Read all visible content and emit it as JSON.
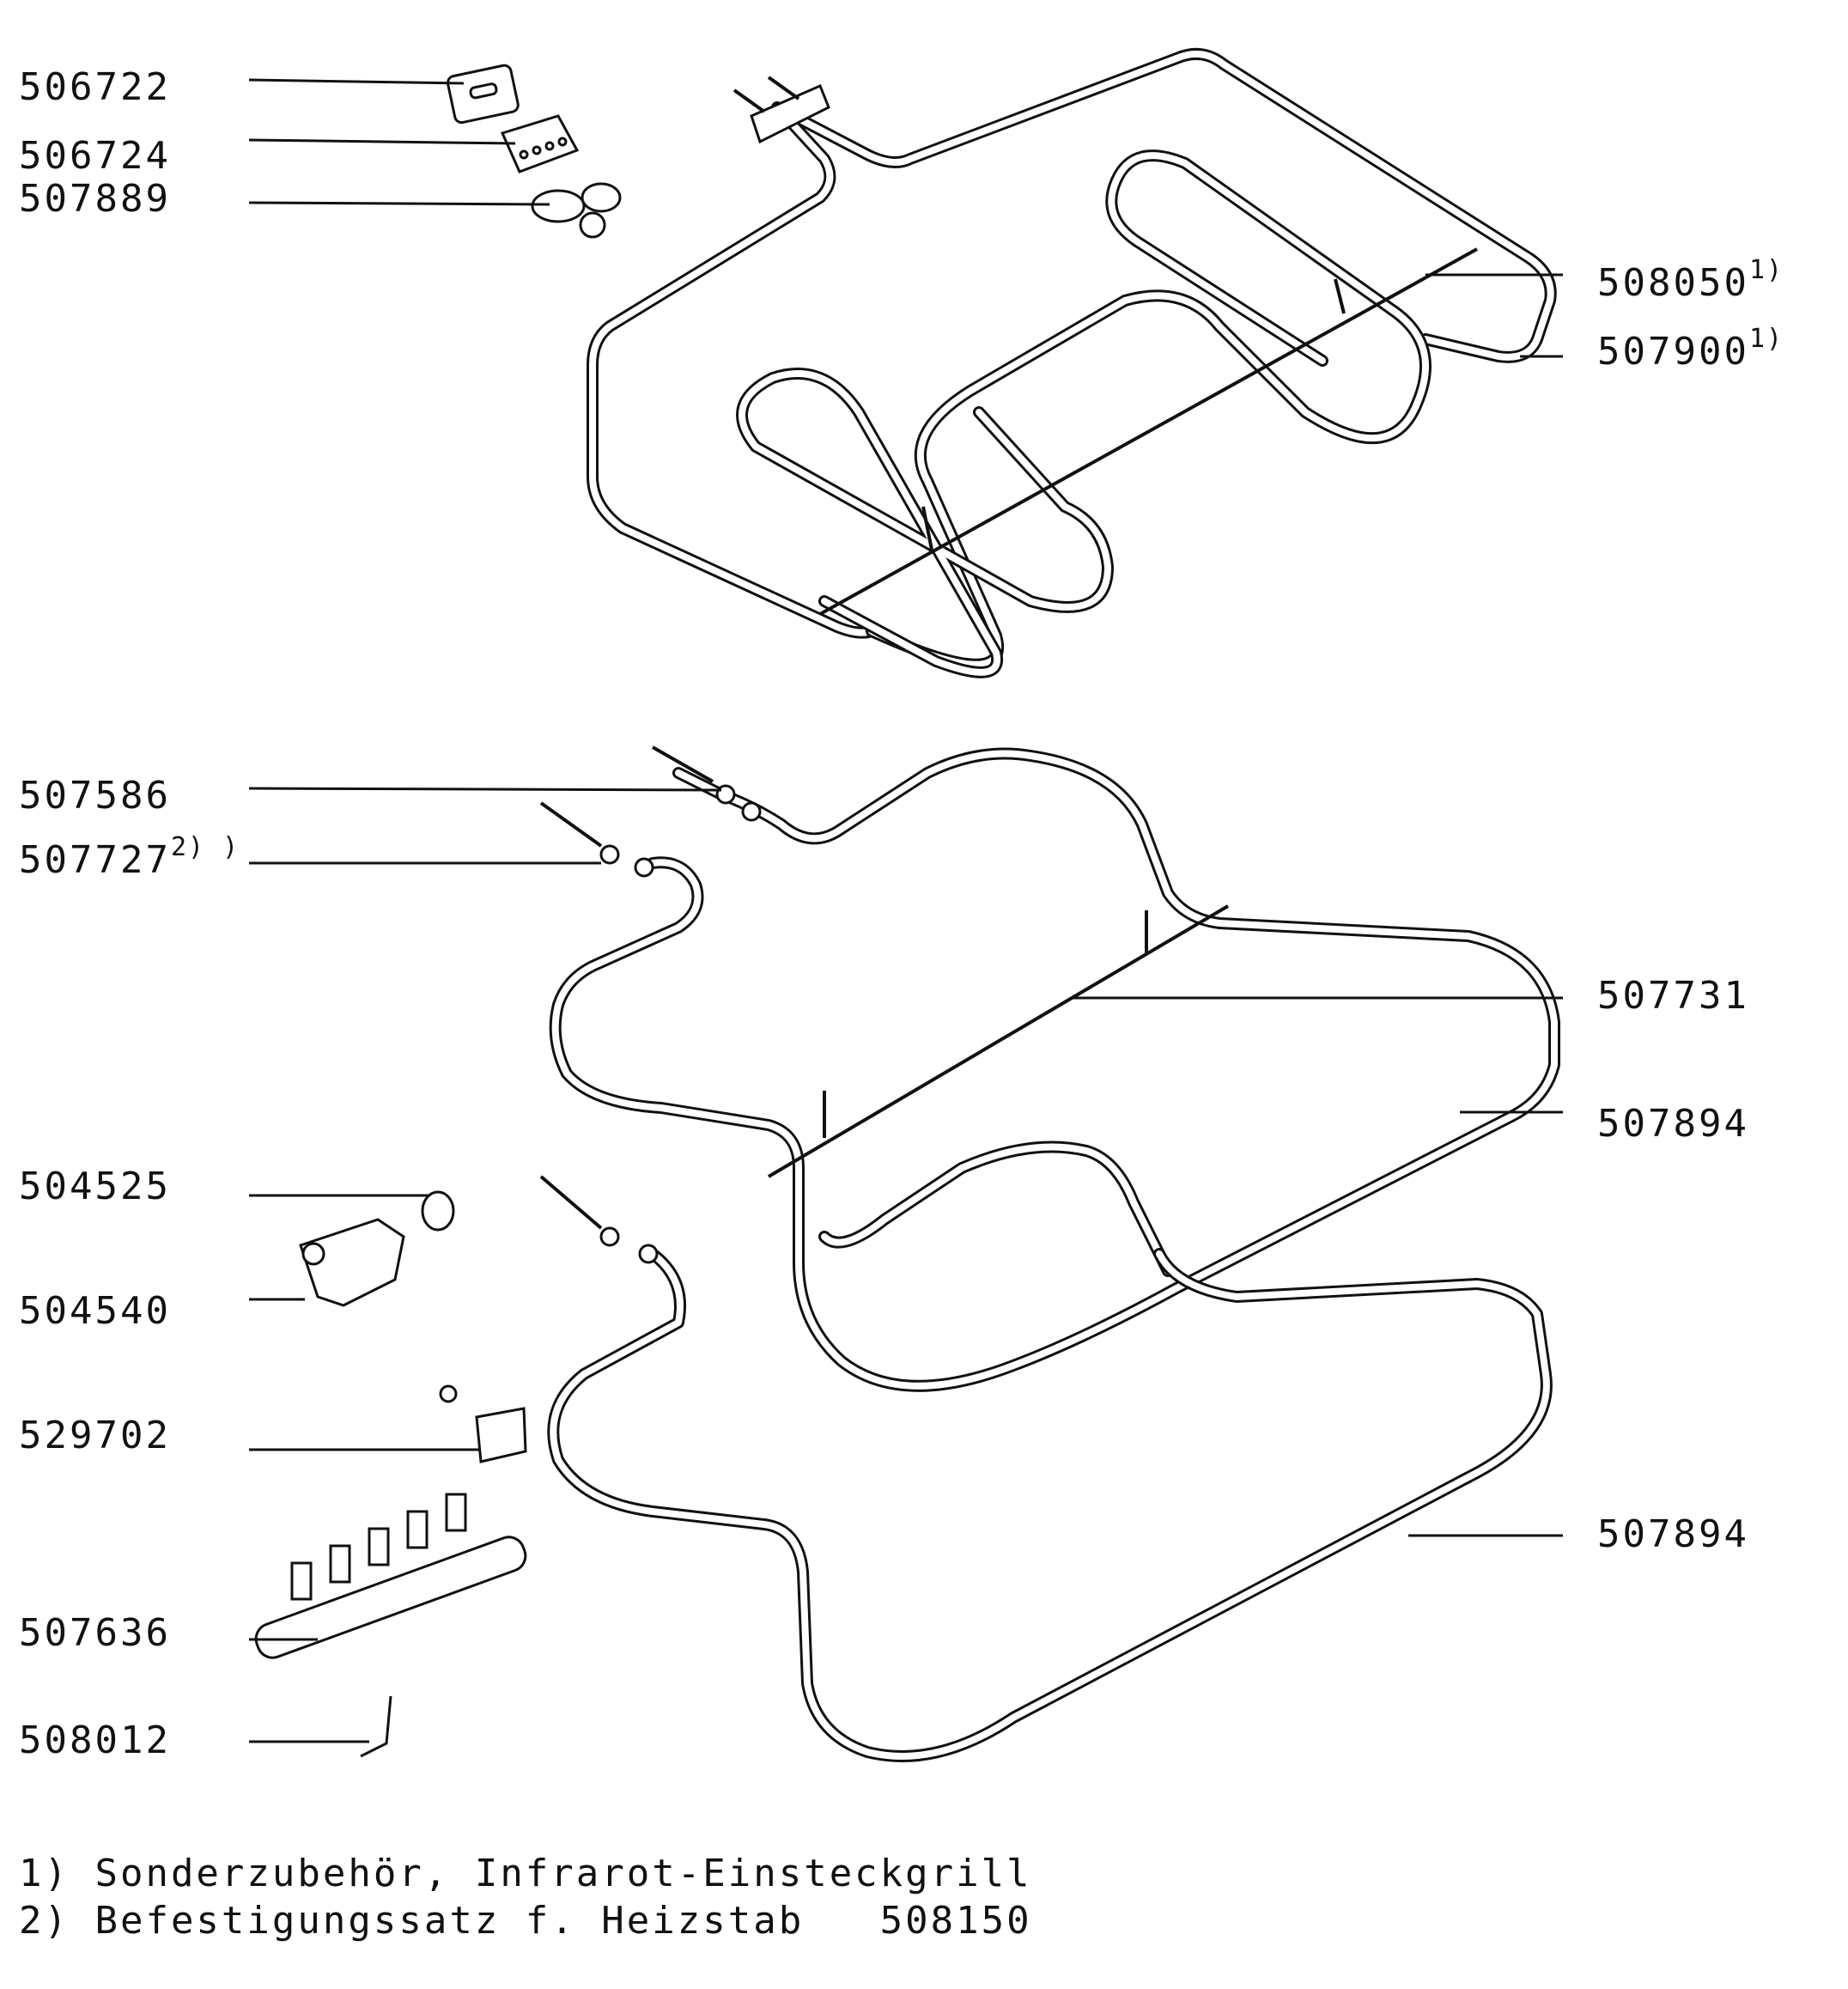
{
  "callouts": [
    {
      "id": "506722",
      "label": "506722",
      "sup": ""
    },
    {
      "id": "506724",
      "label": "506724",
      "sup": ""
    },
    {
      "id": "507889",
      "label": "507889",
      "sup": ""
    },
    {
      "id": "508050",
      "label": "508050",
      "sup": "1)"
    },
    {
      "id": "507900",
      "label": "507900",
      "sup": "1)"
    },
    {
      "id": "507586",
      "label": "507586",
      "sup": ""
    },
    {
      "id": "507727",
      "label": "507727",
      "sup": "2) )"
    },
    {
      "id": "507731",
      "label": "507731",
      "sup": ""
    },
    {
      "id": "507894a",
      "label": "507894",
      "sup": ""
    },
    {
      "id": "504525",
      "label": "504525",
      "sup": ""
    },
    {
      "id": "504540",
      "label": "504540",
      "sup": ""
    },
    {
      "id": "529702",
      "label": "529702",
      "sup": ""
    },
    {
      "id": "507894b",
      "label": "507894",
      "sup": ""
    },
    {
      "id": "507636",
      "label": "507636",
      "sup": ""
    },
    {
      "id": "508012",
      "label": "508012",
      "sup": ""
    }
  ],
  "footnotes": [
    {
      "text": "1) Sonderzubehör, Infrarot-Einsteckgrill"
    },
    {
      "text": "2) Befestigungssatz f. Heizstab   508150"
    }
  ]
}
